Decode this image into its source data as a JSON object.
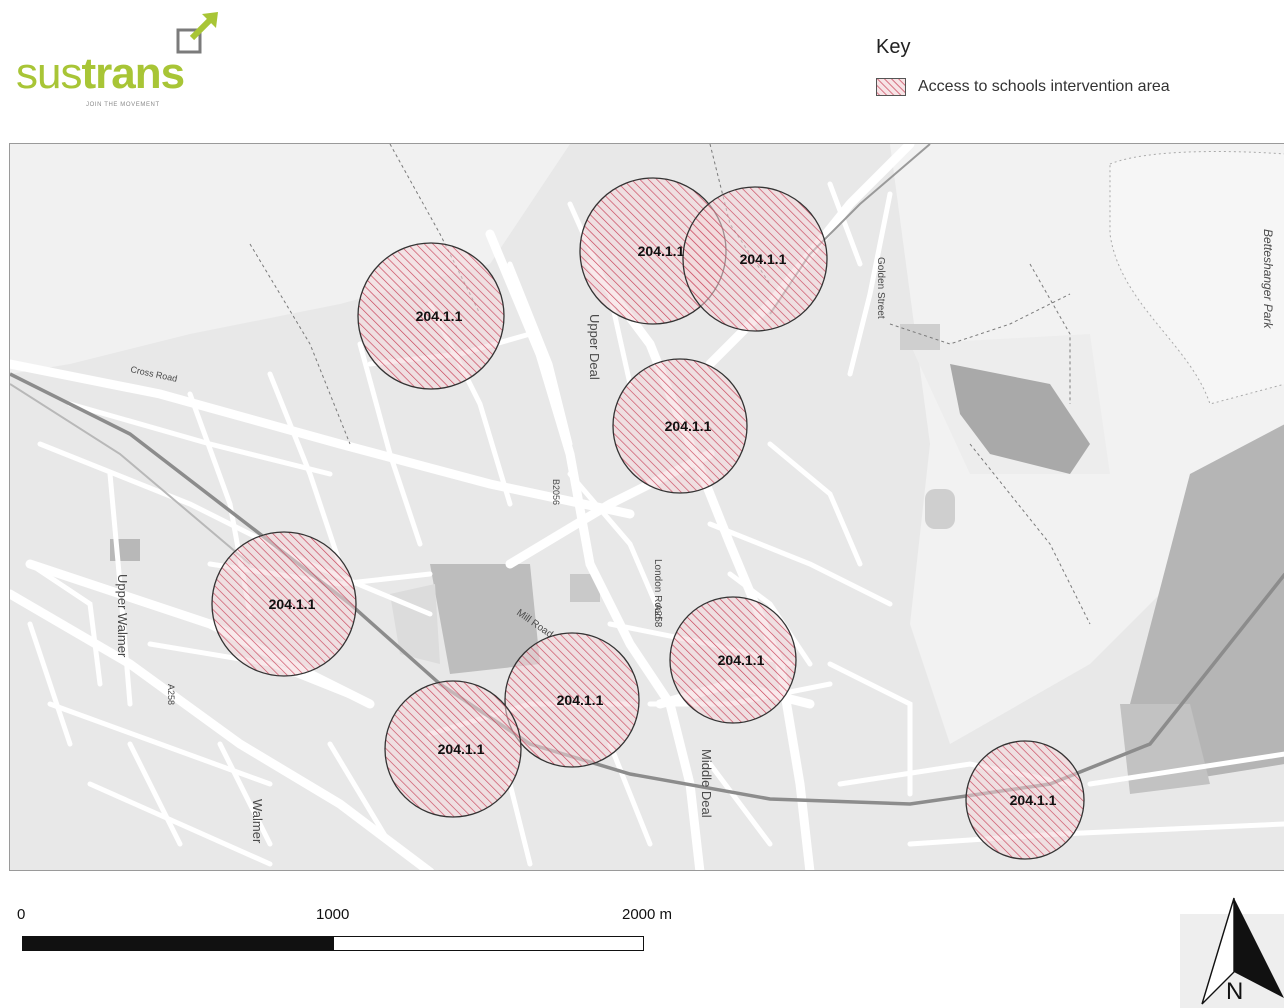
{
  "logo": {
    "brand_part1": "sus",
    "brand_part2": "trans",
    "tagline": "JOIN THE MOVEMENT",
    "icon": "arrow-box-icon"
  },
  "key": {
    "title": "Key",
    "items": [
      {
        "label": "Access to schools intervention area",
        "fill": "#c9435a",
        "pattern": "diagonal-hatch"
      }
    ]
  },
  "map": {
    "intervention_areas": [
      {
        "id": "204.1.1"
      },
      {
        "id": "204.1.1"
      },
      {
        "id": "204.1.1"
      },
      {
        "id": "204.1.1"
      },
      {
        "id": "204.1.1"
      },
      {
        "id": "204.1.1"
      },
      {
        "id": "204.1.1"
      },
      {
        "id": "204.1.1"
      },
      {
        "id": "204.1.1"
      }
    ],
    "street_labels": [
      "Upper Deal",
      "Middle Deal",
      "Upper Walmer",
      "Walmer",
      "Betteshanger Park",
      "Mill Road",
      "London Road",
      "A258",
      "Cross Road",
      "Golden Street",
      "B2056",
      "A258"
    ],
    "colors": {
      "hatch": "#c9435a",
      "circle_fill": "#f3d7da",
      "outline": "#333333"
    }
  },
  "scale": {
    "labels": [
      "0",
      "1000",
      "2000 m"
    ]
  },
  "north": {
    "letter": "N"
  }
}
